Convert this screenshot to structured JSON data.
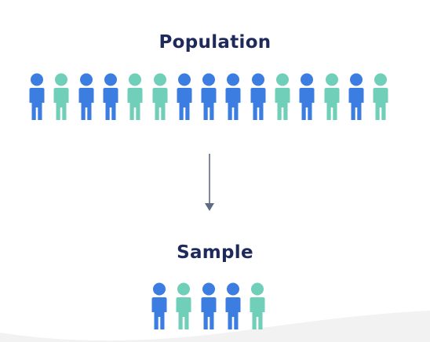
{
  "colors": {
    "title": "#1f2a5c",
    "blue": "#3b7de0",
    "teal": "#6fcfb8",
    "arrow": "#5f6b82",
    "curve": "#eeeeee"
  },
  "population": {
    "title": "Population",
    "people": [
      "blue",
      "teal",
      "blue",
      "blue",
      "teal",
      "teal",
      "blue",
      "blue",
      "blue",
      "blue",
      "teal",
      "blue",
      "teal",
      "blue",
      "teal"
    ]
  },
  "sample": {
    "title": "Sample",
    "people": [
      "blue",
      "teal",
      "blue",
      "blue",
      "teal"
    ]
  },
  "arrow_icon": "down-arrow-icon",
  "person_icon": "person-icon"
}
